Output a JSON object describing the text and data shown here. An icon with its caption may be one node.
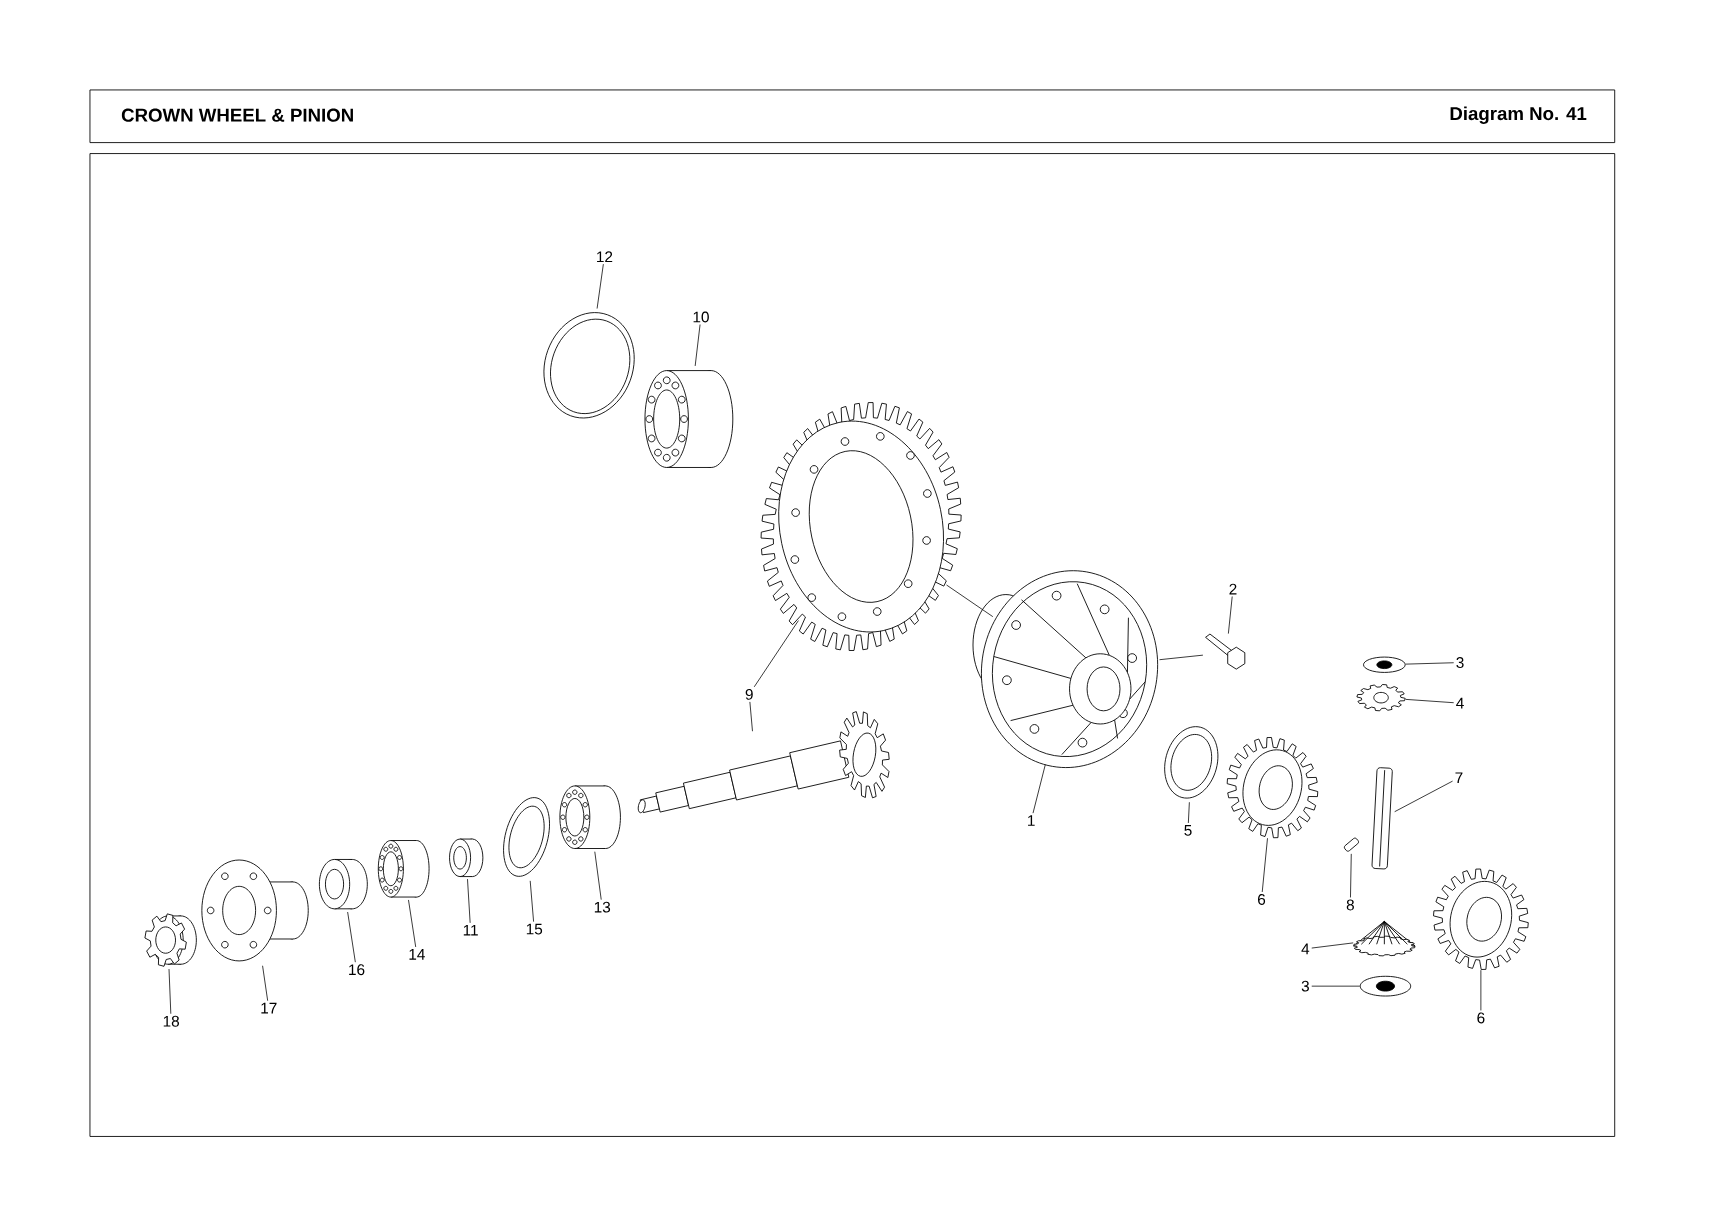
{
  "diagram": {
    "title": "CROWN WHEEL & PINION",
    "nodes": [
      {
        "text": [
          "12"
        ]
      },
      {
        "text": [],
        "shape": "picture"
      },
      {
        "text": [
          "10"
        ]
      },
      {
        "text": [],
        "shape": "picture"
      },
      {
        "text": [],
        "shape": "picture"
      },
      {
        "text": [
          "9"
        ]
      },
      {
        "text": [],
        "shape": "picture"
      },
      {
        "text": [],
        "shape": "picture"
      },
      {
        "text": [
          "1"
        ]
      },
      {
        "text": [],
        "shape": "picture"
      },
      {
        "text": [
          "2"
        ]
      },
      {
        "text": [],
        "shape": "picture"
      },
      {
        "text": [
          "3"
        ]
      },
      {
        "text": [],
        "shape": "picture"
      },
      {
        "text": [
          "4"
        ]
      },
      {
        "text": [],
        "shape": "picture"
      },
      {
        "text": [
          "7"
        ]
      },
      {
        "text": [],
        "shape": "picture"
      },
      {
        "text": [
          "5"
        ]
      },
      {
        "text": [],
        "shape": "picture"
      },
      {
        "text": [
          "6"
        ]
      },
      {
        "text": [],
        "shape": "picture"
      },
      {
        "text": [
          "8"
        ]
      },
      {
        "text": [],
        "shape": "picture"
      },
      {
        "text": [
          "4"
        ]
      },
      {
        "text": [],
        "shape": "picture"
      },
      {
        "text": [
          "3"
        ]
      },
      {
        "text": [],
        "shape": "picture"
      },
      {
        "text": [
          "6"
        ]
      },
      {
        "text": [],
        "shape": "picture"
      },
      {
        "text": [
          "13"
        ]
      },
      {
        "text": [],
        "shape": "picture"
      },
      {
        "text": [
          "15"
        ]
      },
      {
        "text": [],
        "shape": "picture"
      },
      {
        "text": [
          "11"
        ]
      },
      {
        "text": [],
        "shape": "picture"
      },
      {
        "text": [
          "14"
        ]
      },
      {
        "text": [],
        "shape": "picture"
      },
      {
        "text": [
          "16"
        ]
      },
      {
        "text": [],
        "shape": "picture"
      },
      {
        "text": [
          "17"
        ]
      },
      {
        "text": [],
        "shape": "picture"
      },
      {
        "text": [
          "18"
        ]
      }
    ],
    "edges": [
      {
        "from": 0,
        "to": 1,
        "arrow": "none"
      },
      {
        "from": 2,
        "to": 3,
        "arrow": "none"
      },
      {
        "from": 5,
        "to": 4,
        "arrow": "none"
      },
      {
        "from": 5,
        "to": 6,
        "arrow": "none"
      },
      {
        "from": 8,
        "to": 7,
        "arrow": "none"
      },
      {
        "from": 10,
        "to": 9,
        "arrow": "none"
      },
      {
        "from": 12,
        "to": 11,
        "arrow": "none"
      },
      {
        "from": 14,
        "to": 13,
        "arrow": "none"
      },
      {
        "from": 16,
        "to": 15,
        "arrow": "none"
      },
      {
        "from": 18,
        "to": 17,
        "arrow": "none"
      },
      {
        "from": 20,
        "to": 19,
        "arrow": "none"
      },
      {
        "from": 22,
        "to": 21,
        "arrow": "none"
      },
      {
        "from": 24,
        "to": 23,
        "arrow": "none"
      },
      {
        "from": 26,
        "to": 25,
        "arrow": "none"
      },
      {
        "from": 28,
        "to": 27,
        "arrow": "none"
      },
      {
        "from": 30,
        "to": 29,
        "arrow": "none"
      },
      {
        "from": 32,
        "to": 31,
        "arrow": "none"
      },
      {
        "from": 34,
        "to": 33,
        "arrow": "none"
      },
      {
        "from": 36,
        "to": 35,
        "arrow": "none"
      },
      {
        "from": 38,
        "to": 37,
        "arrow": "none"
      },
      {
        "from": 40,
        "to": 39,
        "arrow": "none"
      },
      {
        "from": 42,
        "to": 41,
        "arrow": "none"
      },
      {
        "from": 4,
        "to": 7,
        "arrow": "none"
      },
      {
        "from": 7,
        "to": 9,
        "arrow": "none"
      }
    ],
    "labels": [
      "Diagram No. 41"
    ]
  }
}
